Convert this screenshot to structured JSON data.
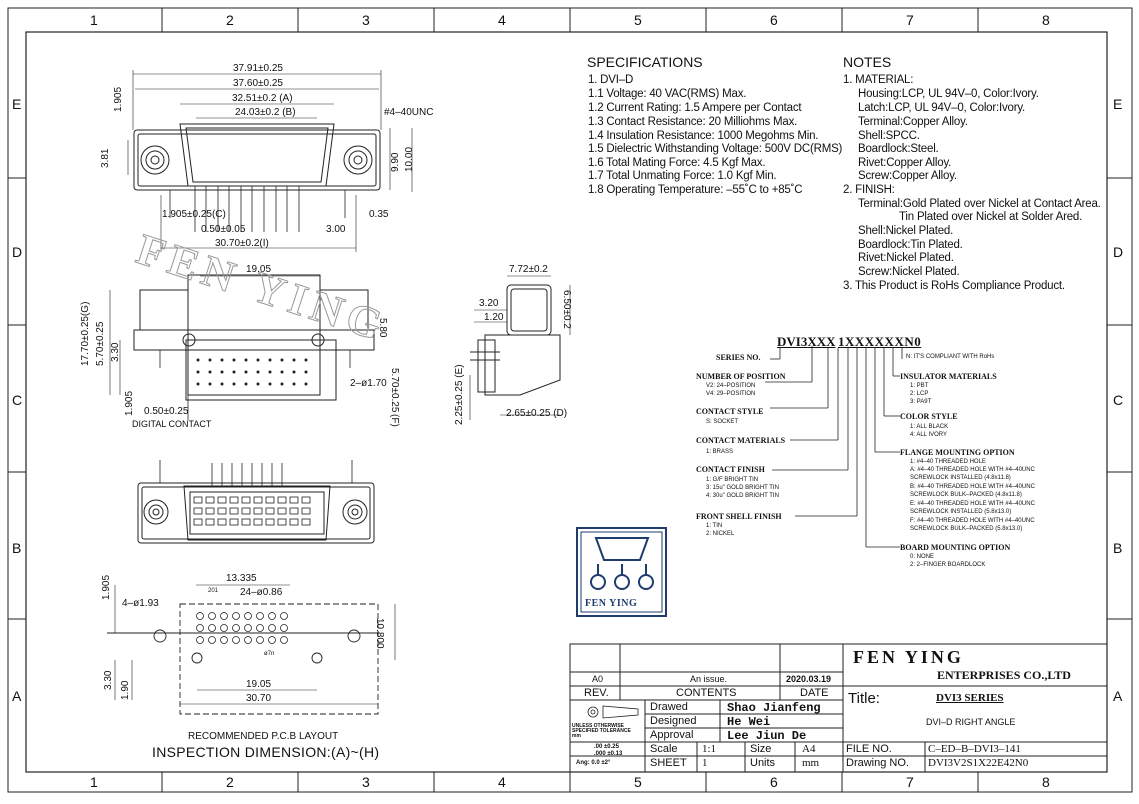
{
  "frame": {
    "col_numbers": [
      "1",
      "2",
      "3",
      "4",
      "5",
      "6",
      "7",
      "8"
    ],
    "row_letters": [
      "E",
      "D",
      "C",
      "B",
      "A"
    ]
  },
  "specifications": {
    "heading": "SPECIFICATIONS",
    "lines": [
      "1. DVI–D",
      "1.1 Voltage: 40 VAC(RMS) Max.",
      "1.2 Current Rating: 1.5 Ampere per Contact",
      "1.3 Contact Resistance: 20 Milliohms Max.",
      "1.4 Insulation Resistance: 1000 Megohms Min.",
      "1.5 Dielectric Withstanding Voltage: 500V DC(RMS)",
      "1.6 Total Mating Force: 4.5 Kgf Max.",
      "1.7 Total Unmating Force: 1.0 Kgf Min.",
      "1.8 Operating Temperature: –55˚C to +85˚C"
    ]
  },
  "notes": {
    "heading": "NOTES",
    "lines": [
      "1. MATERIAL:",
      "Housing:LCP, UL 94V–0, Color:Ivory.",
      "Latch:LCP, UL 94V–0, Color:Ivory.",
      "Terminal:Copper Alloy.",
      "Shell:SPCC.",
      "Boardlock:Steel.",
      "Rivet:Copper Alloy.",
      "Screw:Copper Alloy.",
      "2. FINISH:",
      "Terminal:Gold Plated over Nickel at Contact Area.",
      "Tin Plated over Nickel at Solder Ared.",
      "Shell:Nickel Plated.",
      "Boardlock:Tin Plated.",
      "Rivet:Nickel Plated.",
      "Screw:Nickel Plated.",
      "3. This Product is RoHs Compliance Product."
    ]
  },
  "part_number": {
    "code_left": "DVI3XXX",
    "code_right": "1XXXXXXN0",
    "series": "SERIES NO.",
    "positions_title": "NUMBER OF POSITION",
    "positions": [
      "V2: 24–POSITION",
      "V4: 29–POSITION"
    ],
    "contact_style_title": "CONTACT STYLE",
    "contact_style": [
      "S: SOCKET"
    ],
    "contact_materials_title": "CONTACT MATERIALS",
    "contact_materials": [
      "1: BRASS"
    ],
    "contact_finish_title": "CONTACT FINISH",
    "contact_finish": [
      "1: G/F BRIGHT TIN",
      "3: 15u\" GOLD BRIGHT TIN",
      "4: 30u\" GOLD BRIGHT TIN"
    ],
    "front_shell_title": "FRONT SHELL FINISH",
    "front_shell": [
      "1: TIN",
      "2: NICKEL"
    ],
    "n_note": "N: IT'S COMPLIANT WITH RoHs",
    "insulator_title": "INSULATOR MATERIALS",
    "insulator": [
      "1: PBT",
      "2: LCP",
      "3: PA9T"
    ],
    "color_title": "COLOR STYLE",
    "color": [
      "1: ALL BLACK",
      "4: ALL IVORY"
    ],
    "flange_title": "FLANGE MOUNTING OPTION",
    "flange": [
      "1: #4–40 THREADED HOLE",
      "A: #4–40 THREADED HOLE WITH #4–40UNC",
      "    SCREWLOCK INSTALLED (4.8x11.8)",
      "B: #4–40 THREADED HOLE WITH #4–40UNC",
      "    SCREWLOCK BULK–PACKED (4.8x11.8)",
      "E: #4–40 THREADED HOLE WITH #4–40UNC",
      "    SCREWLOCK INSTALLED (5.8x13.0)",
      "F: #4–40 THREADED HOLE WITH #4–40UNC",
      "    SCREWLOCK BULK–PACKED (5.8x13.0)"
    ],
    "board_title": "BOARD MOUNTING OPTION",
    "board": [
      "0: NONE",
      "2: 2–FINGER BOARDLOCK"
    ]
  },
  "logo": {
    "brand": "FEN YING",
    "watermark": "FEN YING"
  },
  "title_block": {
    "rev_code": "A0",
    "rev_desc": "An issue.",
    "rev_date": "2020.03.19",
    "rev_label": "REV.",
    "contents_label": "CONTENTS",
    "date_label": "DATE",
    "company_name": "FEN YING",
    "company_suffix": "ENTERPRISES CO.,LTD",
    "drawed_label": "Drawed",
    "drawed_value": "Shao Jianfeng",
    "designed_label": "Designed",
    "designed_value": "He Wei",
    "approval_label": "Approval",
    "approval_value": "Lee Jiun De",
    "scale_label": "Scale",
    "scale_value": "1:1",
    "size_label": "Size",
    "size_value": "A4",
    "sheet_label": "SHEET",
    "sheet_value": "1",
    "units_label": "Units",
    "units_value": "mm",
    "title_label": "Title:",
    "title_value": "DVI3 SERIES",
    "subtitle": "DVI–D RIGHT ANGLE",
    "file_label": "FILE NO.",
    "file_value": "C–ED–B–DVI3–141",
    "drawing_label": "Drawing NO.",
    "drawing_value": "DVI3V2S1X22E42N0",
    "tolerance_head": "UNLESS OTHERWISE SPECIFIED TOLERANCE mm",
    "tol_1": ".00 ±0.25",
    "tol_2": ".000 ±0.13",
    "tol_ang": "Ang: 0.0 ±2°"
  },
  "dims_top": {
    "d1": "37.91±0.25",
    "d2": "37.60±0.25",
    "d3": "32.51±0.2 (A)",
    "d4": "24.03±0.2 (B)",
    "d5": "1.905",
    "d6": "3.81",
    "d7": "#4–40UNC",
    "d8": "9.90",
    "d9": "10.00",
    "d10": "1.905±0.25(C)",
    "d11": "0.50±0.05",
    "d12": "3.00",
    "d13": "0.35",
    "d14": "30.70±0.2(I)"
  },
  "dims_mid": {
    "d1": "19.05",
    "d2": "17.70±0.25(G)",
    "d3": "5.70±0.25",
    "d4": "3.30",
    "d5": "5.80",
    "d6": "2–ø1.70",
    "d7": "5.70±0.25",
    "d7b": "(F)",
    "d8": "1.905",
    "d9": "0.50±0.25",
    "d10": "DIGITAL CONTACT"
  },
  "dims_side": {
    "d1": "7.72±0.2",
    "d2": "3.20",
    "d3": "1.20",
    "d4": "6.50±0.2",
    "d5": "2.25±0.25 (E)",
    "d6": "2.65±0.25 (D)"
  },
  "dims_pcb": {
    "d1": "13.335",
    "d2": "1.905",
    "d3": "4–ø1.93",
    "d4": "24–ø0.86",
    "d5": "10.800",
    "d6": "3.30",
    "d7": "1.90",
    "d8": "19.05",
    "d9": "30.70",
    "pin1": "201",
    "pin2": "ø7n",
    "caption": "RECOMMENDED P.C.B LAYOUT",
    "inspection": "INSPECTION DIMENSION:(A)~(H)"
  }
}
